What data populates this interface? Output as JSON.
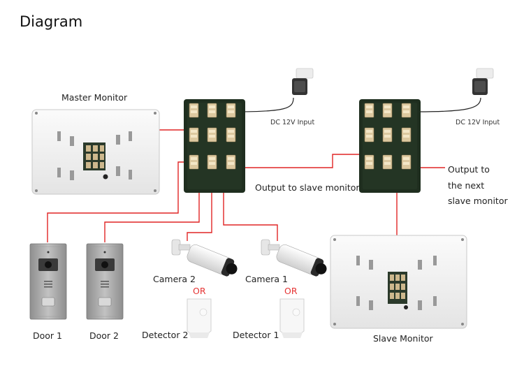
{
  "title": "Diagram",
  "labels": {
    "master_monitor": "Master Monitor",
    "dc_input_1": "DC 12V Input",
    "dc_input_2": "DC 12V Input",
    "output_slave": "Output to slave monitor",
    "output_next_1": "Output to",
    "output_next_2": "the next",
    "output_next_3": "slave monitor",
    "camera_2": "Camera 2",
    "camera_1": "Camera 1",
    "or_1": "OR",
    "or_2": "OR",
    "door_1": "Door 1",
    "door_2": "Door 2",
    "detector_2": "Detector 2",
    "detector_1": "Detector 1",
    "slave_monitor": "Slave Monitor"
  },
  "colors": {
    "wire": "#e02525",
    "board": "#1f2e1f",
    "connector": "#d9c49b",
    "monitor": "#f1f1f1",
    "door_panel": "#a9a9a9"
  }
}
